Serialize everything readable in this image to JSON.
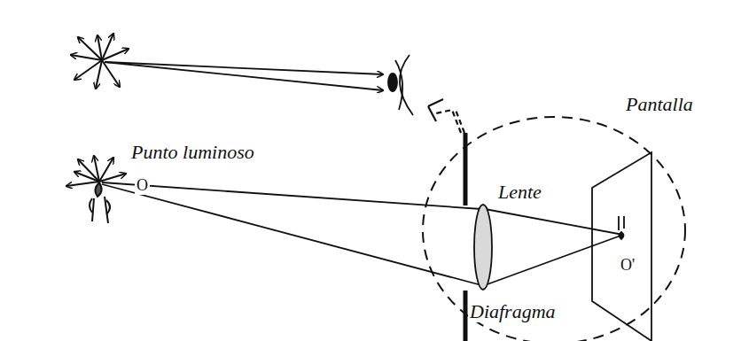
{
  "diagram": {
    "labels": [
      "Punto luminoso",
      "O",
      "Lente",
      "Pantalla",
      "Diafragma",
      "O'"
    ]
  }
}
